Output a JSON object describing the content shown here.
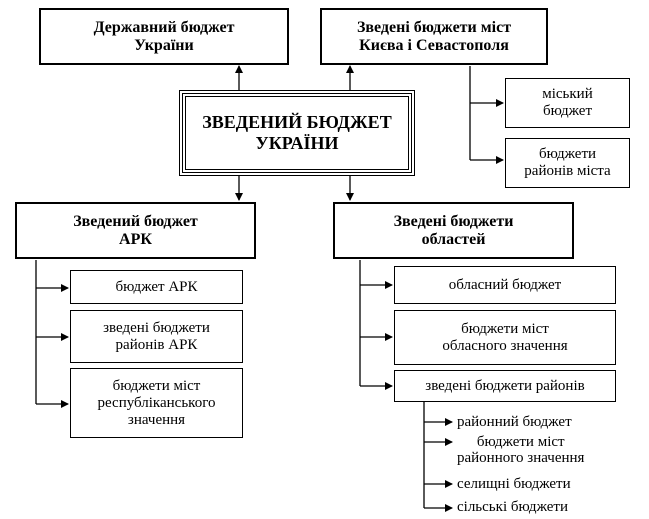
{
  "diagram": {
    "center": "ЗВЕДЕНИЙ БЮДЖЕТ\nУКРАЇНИ",
    "state_budget": "Державний бюджет\nУкраїни",
    "kyiv_sev": "Зведені бюджети міст\nКиєва і Севастополя",
    "city_budget": "міський\nбюджет",
    "city_districts": "бюджети\nрайонів міста",
    "ark": "Зведений бюджет\nАРК",
    "ark_budget": "бюджет АРК",
    "ark_districts": "зведені бюджети\nрайонів АРК",
    "ark_cities": "бюджети міст\nреспубліканського\nзначення",
    "oblasts": "Зведені бюджети\nобластей",
    "oblast_budget": "обласний бюджет",
    "oblast_cities": "бюджети міст\nобласного значення",
    "oblast_districts": "зведені бюджети районів",
    "district_budget": "районний бюджет",
    "district_cities": "бюджети міст\nрайонного значення",
    "settlement_budgets": "селищні бюджети",
    "village_budgets": "сільські бюджети"
  }
}
